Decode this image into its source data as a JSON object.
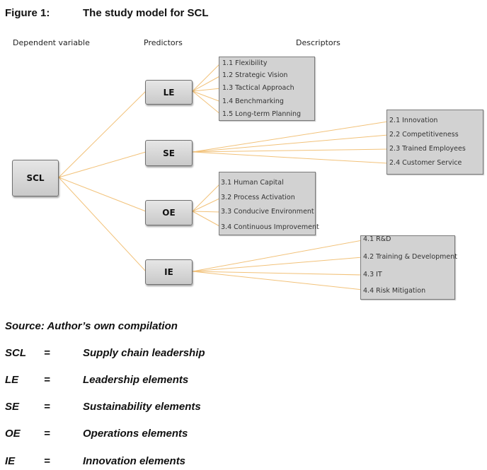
{
  "figure": {
    "label": "Figure 1:",
    "title": "The study model for SCL"
  },
  "headers": {
    "dependent": "Dependent variable",
    "predictors": "Predictors",
    "descriptors": "Descriptors"
  },
  "nodes": {
    "root": "SCL",
    "le": "LE",
    "se": "SE",
    "oe": "OE",
    "ie": "IE"
  },
  "descriptors": {
    "le": [
      "1.1  Flexibility",
      "1.2  Strategic Vision",
      "1.3  Tactical Approach",
      "1.4  Benchmarking",
      "1.5  Long-term Planning"
    ],
    "se": [
      "2.1  Innovation",
      "2.2  Competitiveness",
      "2.3  Trained Employees",
      "2.4  Customer Service"
    ],
    "oe": [
      "3.1  Human Capital",
      "3.2  Process Activation",
      "3.3  Conducive Environment",
      "3.4  Continuous Improvement"
    ],
    "ie": [
      "4.1  R&D",
      "4.2  Training & Development",
      "4.3  IT",
      "4.4  Risk Mitigation"
    ]
  },
  "source": "Source: Author’s own compilation",
  "legend": [
    {
      "abbr": "SCL",
      "eq": "=",
      "meaning": "Supply chain leadership"
    },
    {
      "abbr": "LE",
      "eq": "=",
      "meaning": "Leadership elements"
    },
    {
      "abbr": "SE",
      "eq": "=",
      "meaning": "Sustainability elements"
    },
    {
      "abbr": "OE",
      "eq": "=",
      "meaning": "Operations elements"
    },
    {
      "abbr": "IE",
      "eq": "=",
      "meaning": "Innovation elements"
    }
  ],
  "colors": {
    "connector": "#f2c27a"
  }
}
